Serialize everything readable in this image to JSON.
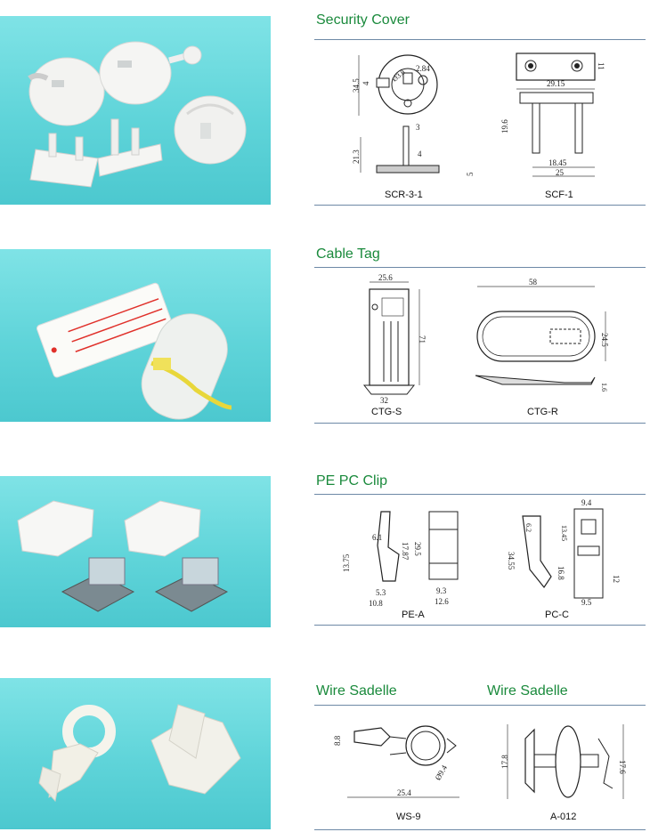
{
  "sections": [
    {
      "title": "Security Cover",
      "parts": [
        {
          "code": "SCR-3-1",
          "dims": [
            "2.84",
            "4",
            "34.5",
            "Ø3.8",
            "3",
            "21.3",
            "4",
            "5"
          ]
        },
        {
          "code": "SCF-1",
          "dims": [
            "11",
            "29.15",
            "19.6",
            "18.45",
            "25"
          ]
        }
      ]
    },
    {
      "title": "Cable Tag",
      "parts": [
        {
          "code": "CTG-S",
          "dims": [
            "25.6",
            "71",
            "32"
          ]
        },
        {
          "code": "CTG-R",
          "dims": [
            "58",
            "24.5",
            "1.6"
          ]
        }
      ]
    },
    {
      "title": "PE PC Clip",
      "parts": [
        {
          "code": "PE-A",
          "dims": [
            "6.1",
            "17.87",
            "29.5",
            "13.75",
            "5.3",
            "10.8",
            "9.3",
            "12.6"
          ]
        },
        {
          "code": "PC-C",
          "dims": [
            "9.4",
            "6.2",
            "13.45",
            "34.55",
            "16.8",
            "12",
            "9.5"
          ]
        }
      ]
    },
    {
      "title_left": "Wire Sadelle",
      "title_right": "Wire Sadelle",
      "parts": [
        {
          "code": "WS-9",
          "dims": [
            "8.8",
            "Ø9.4",
            "25.4"
          ]
        },
        {
          "code": "A-012",
          "dims": [
            "17.8",
            "17.6"
          ]
        }
      ]
    }
  ],
  "colors": {
    "title": "#1a8a3c",
    "rule": "#6d89a6",
    "photo_bg": "#5fd4d9"
  }
}
